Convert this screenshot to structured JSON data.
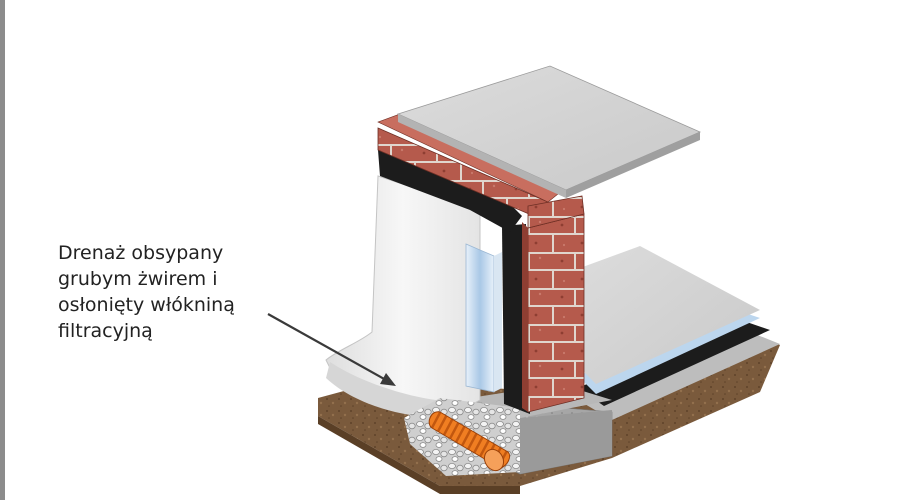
{
  "caption": {
    "lines": [
      "Drenaż obsypany",
      "grubym żwirem i",
      "osłonięty włókniną",
      "filtracyjną"
    ]
  },
  "colors": {
    "brick": "#b55a4c",
    "mortar": "#e0d6ce",
    "membrane": "#1c1c1c",
    "drain_pipe": "#f07e22",
    "soil": "#7a5a3c",
    "slab": "#d2d2d2",
    "footing": "#a8a8a8",
    "geotextile": "#eeeeee",
    "insulation": "#aac8e4"
  }
}
